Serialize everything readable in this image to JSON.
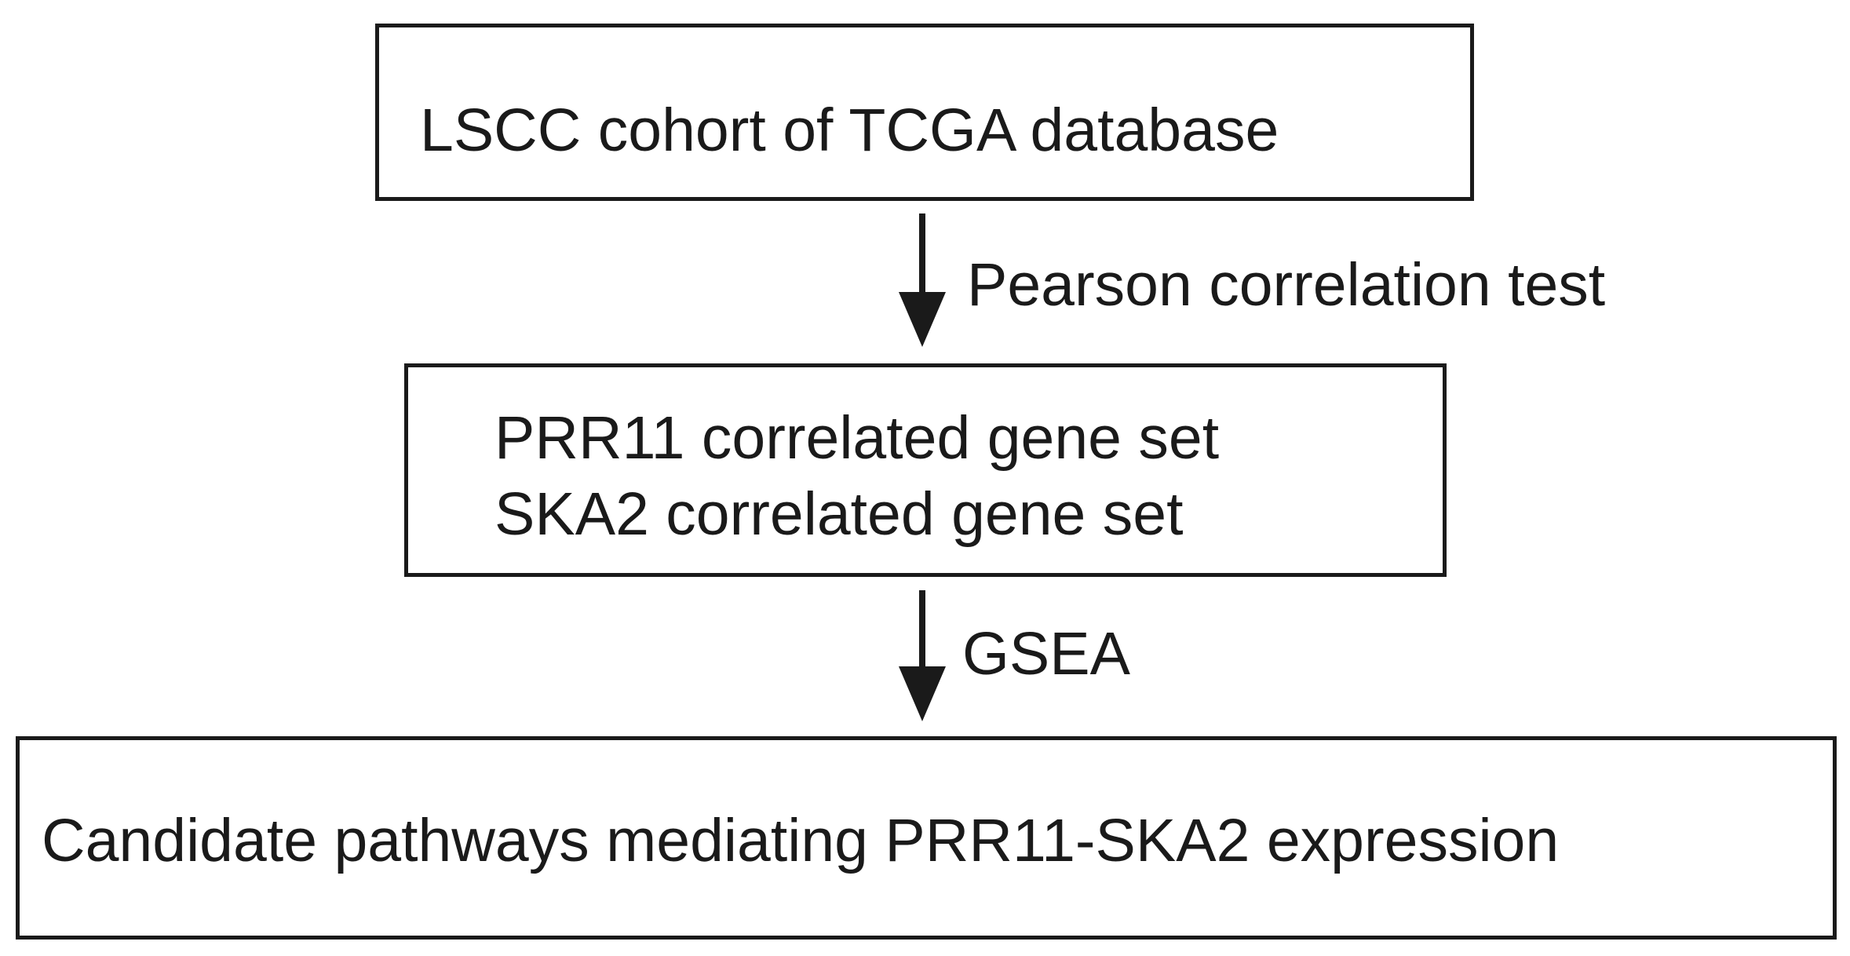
{
  "nodes": {
    "source": {
      "label": "LSCC cohort of TCGA database"
    },
    "gene_sets": {
      "line1": "PRR11 correlated gene set",
      "line2": "SKA2 correlated gene set"
    },
    "result": {
      "label": "Candidate pathways mediating PRR11-SKA2 expression"
    }
  },
  "edges": {
    "first": {
      "label": "Pearson correlation test"
    },
    "second": {
      "label": "GSEA"
    }
  },
  "colors": {
    "stroke": "#1a1a1a",
    "background": "#ffffff"
  }
}
